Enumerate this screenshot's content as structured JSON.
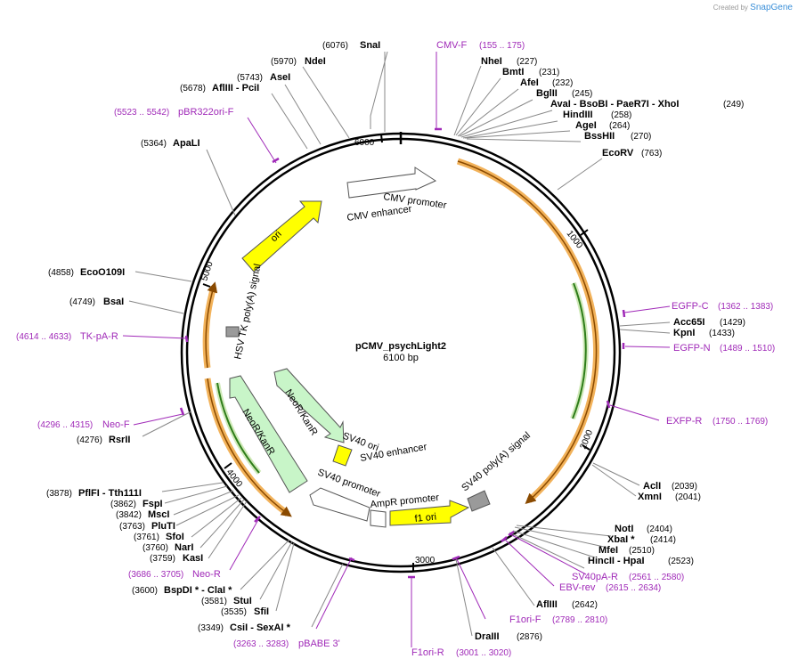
{
  "brand": {
    "created_by": "Created by",
    "name": "SnapGene"
  },
  "plasmid": {
    "name": "pCMV_psychLight2",
    "length_label": "6100 bp",
    "length": 6100
  },
  "ticks": [
    "1000",
    "2000",
    "3000",
    "4000",
    "5000",
    "6000"
  ],
  "sites": [
    {
      "name": "SnaI",
      "pos": "(6076)"
    },
    {
      "name": "NdeI",
      "pos": "(5970)"
    },
    {
      "name": "AseI",
      "pos": "(5743)"
    },
    {
      "name": "AflIII - PciI",
      "pos": "(5678)"
    },
    {
      "name": "ApaLI",
      "pos": "(5364)"
    },
    {
      "name": "EcoO109I",
      "pos": "(4858)"
    },
    {
      "name": "BsaI",
      "pos": "(4749)"
    },
    {
      "name": "RsrII",
      "pos": "(4276)"
    },
    {
      "name": "PflFI - Tth111I",
      "pos": "(3878)"
    },
    {
      "name": "FspI",
      "pos": "(3862)"
    },
    {
      "name": "MscI",
      "pos": "(3842)"
    },
    {
      "name": "PluTI",
      "pos": "(3763)"
    },
    {
      "name": "SfoI",
      "pos": "(3761)"
    },
    {
      "name": "NarI",
      "pos": "(3760)"
    },
    {
      "name": "KasI",
      "pos": "(3759)"
    },
    {
      "name": "BspDI * - ClaI *",
      "pos": "(3600)"
    },
    {
      "name": "StuI",
      "pos": "(3581)"
    },
    {
      "name": "SfiI",
      "pos": "(3535)"
    },
    {
      "name": "CsiI - SexAI *",
      "pos": "(3349)"
    },
    {
      "name": "NheI",
      "pos": "(227)"
    },
    {
      "name": "BmtI",
      "pos": "(231)"
    },
    {
      "name": "AfeI",
      "pos": "(232)"
    },
    {
      "name": "BglII",
      "pos": "(245)"
    },
    {
      "name": "AvaI - BsoBI - PaeR7I - XhoI",
      "pos": "(249)"
    },
    {
      "name": "HindIII",
      "pos": "(258)"
    },
    {
      "name": "AgeI",
      "pos": "(264)"
    },
    {
      "name": "BssHII",
      "pos": "(270)"
    },
    {
      "name": "EcoRV",
      "pos": "(763)"
    },
    {
      "name": "Acc65I",
      "pos": "(1429)"
    },
    {
      "name": "KpnI",
      "pos": "(1433)"
    },
    {
      "name": "AclI",
      "pos": "(2039)"
    },
    {
      "name": "XmnI",
      "pos": "(2041)"
    },
    {
      "name": "NotI",
      "pos": "(2404)"
    },
    {
      "name": "XbaI *",
      "pos": "(2414)"
    },
    {
      "name": "MfeI",
      "pos": "(2510)"
    },
    {
      "name": "HincII - HpaI",
      "pos": "(2523)"
    },
    {
      "name": "AflIII",
      "pos": "(2642)"
    },
    {
      "name": "DraIII",
      "pos": "(2876)"
    }
  ],
  "primers": [
    {
      "name": "CMV-F",
      "range": "(155 .. 175)"
    },
    {
      "name": "pBR322ori-F",
      "range": "(5523 .. 5542)"
    },
    {
      "name": "TK-pA-R",
      "range": "(4614 .. 4633)"
    },
    {
      "name": "Neo-F",
      "range": "(4296 .. 4315)"
    },
    {
      "name": "Neo-R",
      "range": "(3686 .. 3705)"
    },
    {
      "name": "pBABE 3'",
      "range": "(3263 .. 3283)"
    },
    {
      "name": "F1ori-R",
      "range": "(3001 .. 3020)"
    },
    {
      "name": "F1ori-F",
      "range": "(2789 .. 2810)"
    },
    {
      "name": "EBV-rev",
      "range": "(2615 .. 2634)"
    },
    {
      "name": "SV40pA-R",
      "range": "(2561 .. 2580)"
    },
    {
      "name": "EXFP-R",
      "range": "(1750 .. 1769)"
    },
    {
      "name": "EGFP-N",
      "range": "(1489 .. 1510)"
    },
    {
      "name": "EGFP-C",
      "range": "(1362 .. 1383)"
    }
  ],
  "features": [
    {
      "name": "CMV promoter"
    },
    {
      "name": "CMV enhancer"
    },
    {
      "name": "ori"
    },
    {
      "name": "HSV TK poly(A) signal"
    },
    {
      "name": "NeoR/KanR"
    },
    {
      "name": "NeoR/KanR"
    },
    {
      "name": "SV40 ori"
    },
    {
      "name": "SV40 enhancer"
    },
    {
      "name": "SV40 promoter"
    },
    {
      "name": "AmpR promoter"
    },
    {
      "name": "f1 ori"
    },
    {
      "name": "SV40 poly(A) signal"
    }
  ],
  "colors": {
    "primer": "#a02ab8",
    "orf": "#f2b25a",
    "gfp": "#2e7d1a",
    "ori": "#ffff00",
    "neo": "#c8f5c8"
  }
}
